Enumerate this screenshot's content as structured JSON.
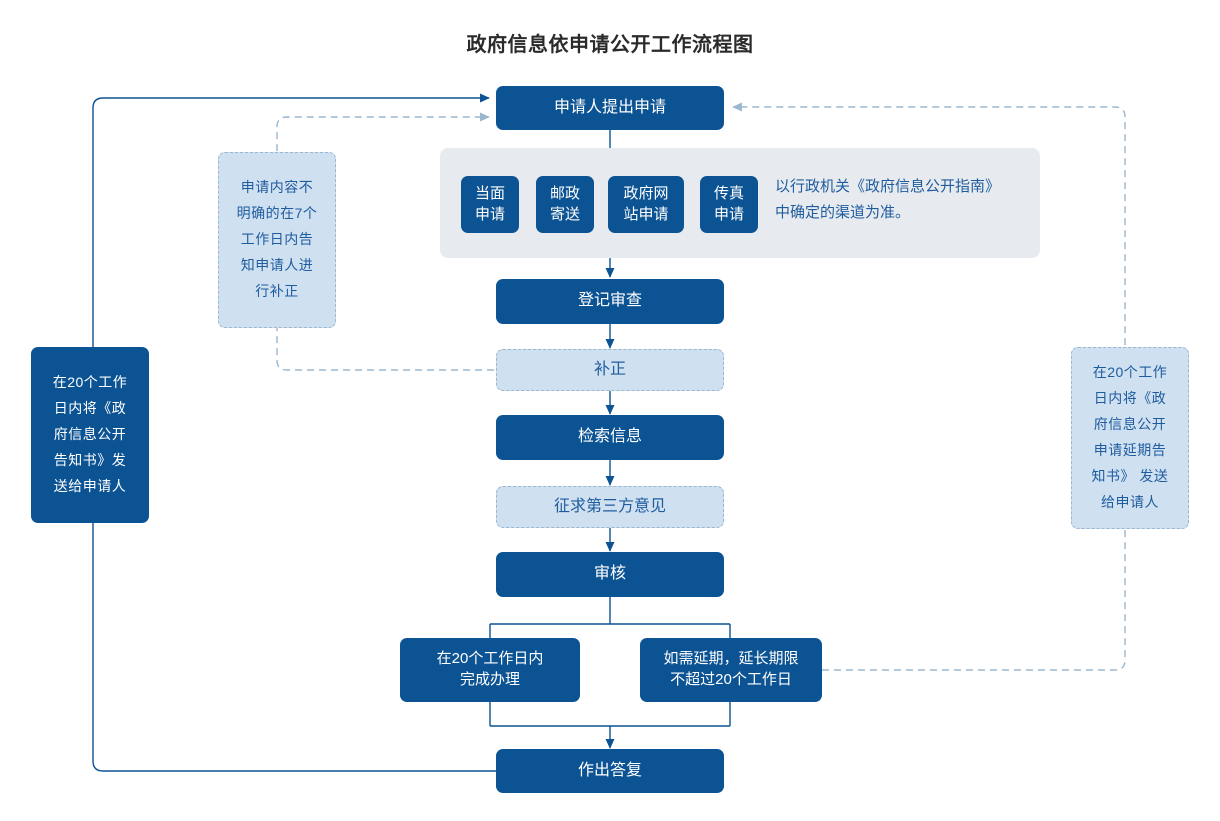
{
  "page": {
    "title": "政府信息依申请公开工作流程图",
    "colors": {
      "dark_blue": "#0C5394",
      "light_blue": "#CFE0F1",
      "panel_gray": "#E7EBEF",
      "text_blue": "#1F5C9E",
      "connector_solid": "#0C5394",
      "connector_dashed": "#9BB7D0"
    }
  },
  "nodes": {
    "start": {
      "label": "申请人提出申请"
    },
    "register": {
      "label": "登记审查"
    },
    "correct": {
      "label": "补正"
    },
    "search": {
      "label": "检索信息"
    },
    "third_party": {
      "label": "征求第三方意见"
    },
    "review": {
      "label": "审核"
    },
    "finish_20": {
      "label": "在20个工作日内\n完成办理"
    },
    "extend": {
      "label": "如需延期，延长期限\n不超过20个工作日"
    },
    "reply": {
      "label": "作出答复"
    }
  },
  "channels": {
    "items": [
      {
        "label": "当面\n申请"
      },
      {
        "label": "邮政\n寄送"
      },
      {
        "label": "政府网\n站申请"
      },
      {
        "label": "传真\n申请"
      }
    ],
    "note": "以行政机关《政府信息公开指南》\n中确定的渠道为准。"
  },
  "side_notes": {
    "correction_note": "申请内容不\n明确的在7个\n工作日内告\n知申请人进\n行补正",
    "left_notice": "在20个工作\n日内将《政\n府信息公开\n告知书》发\n送给申请人",
    "right_notice": "在20个工作\n日内将《政\n府信息公开\n申请延期告\n知书》 发送\n给申请人"
  }
}
